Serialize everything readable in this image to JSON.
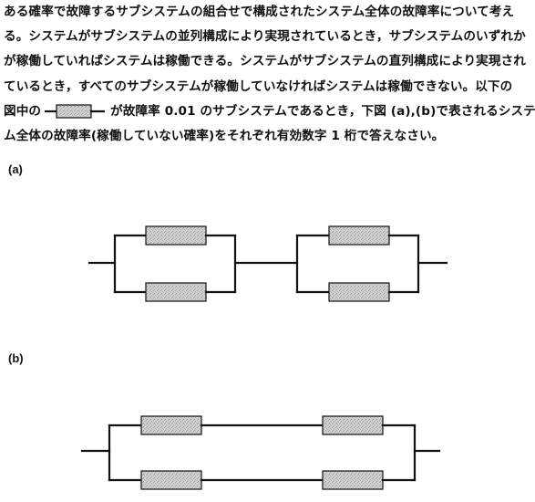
{
  "problem": {
    "line1": "ある確率で故障するサブシステムの組合せで構成されたシステム全体の故障率について考え",
    "line2": "る。システムがサブシステムの並列構成により実現されているとき，サブシステムのいずれか",
    "line3": "が稼働していればシステムは稼働できる。システムがサブシステムの直列構成により実現され",
    "line4": "ているとき，すべてのサブシステムが稼働していなければシステムは稼働できない。以下の",
    "line5_before": "図中の",
    "line5_after": "が故障率 0.01 のサブシステムであるとき，下図 (a),(b)で表されるシステ",
    "line6": "ム全体の故障率(稼働していない確率)をそれぞれ有効数字 1 桁で答えなさい。"
  },
  "figures": {
    "a_label": "(a)",
    "b_label": "(b)"
  }
}
